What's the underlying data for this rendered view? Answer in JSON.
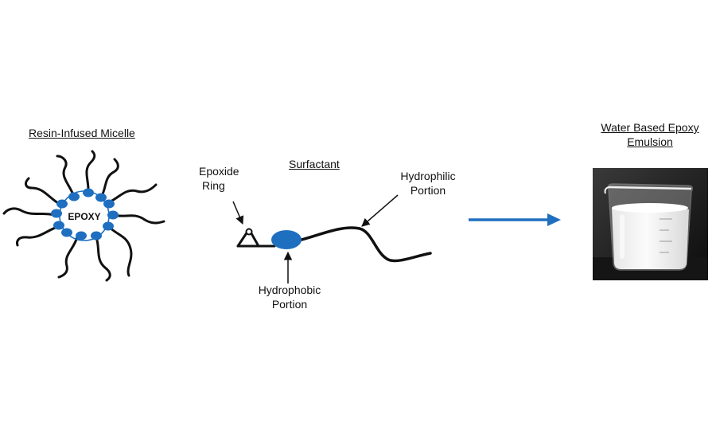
{
  "micelle": {
    "title": "Resin-Infused Micelle",
    "core_text": "EPOXY"
  },
  "surfactant": {
    "title": "Surfactant",
    "epoxide_label": [
      "Epoxide",
      "Ring"
    ],
    "hydrophilic_label": [
      "Hydrophilic",
      "Portion"
    ],
    "hydrophobic_label": [
      "Hydrophobic",
      "Portion"
    ]
  },
  "emulsion": {
    "title": [
      "Water Based Epoxy",
      "Emulsion"
    ]
  },
  "colors": {
    "accent_blue": "#1f6fc0",
    "ink": "#111111",
    "photo_bg": "#1a1a1a",
    "liquid": "#f2f2f2"
  }
}
